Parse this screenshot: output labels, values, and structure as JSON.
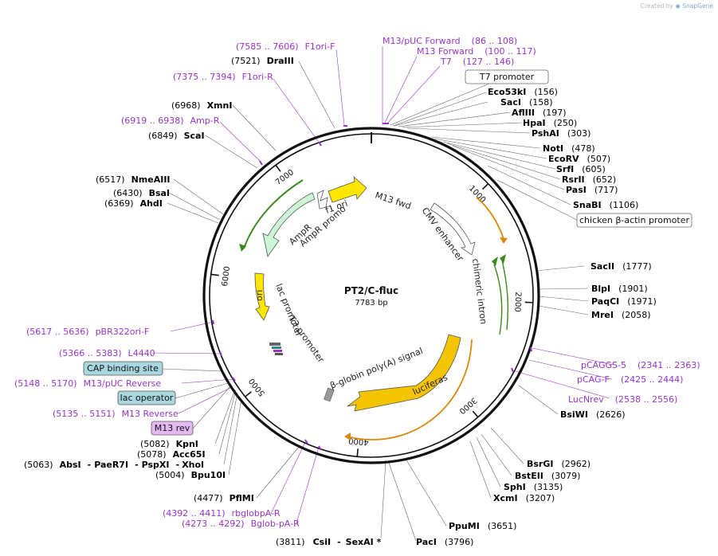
{
  "credit": {
    "prefix": "Created by",
    "brand": "SnapGene"
  },
  "plasmid": {
    "name": "PT2/C-fluc",
    "length_label": "7783 bp"
  },
  "ring_ticks": [
    "1000",
    "2000",
    "3000",
    "4000",
    "5000",
    "6000",
    "7000"
  ],
  "features": {
    "f1_ori": "f1 ori",
    "m13_fwd": "M13 fwd",
    "cmv": "CMV enhancer",
    "chimeric": "chimeric intron",
    "ampr_promoter": "AmpR promoter",
    "ampr": "AmpR",
    "ori": "ori",
    "lac_promoter": "lac promoter",
    "t3_promoter": "T3 promoter",
    "bglobin": "β-globin poly(A) signal",
    "luciferase": "luciferase"
  },
  "colors": {
    "ring": "#111111",
    "enzyme": "#000000",
    "primer": "#9933cc",
    "yellow": "#ffe600",
    "orange": "#f5c400",
    "mint": "#ccf5d6",
    "green_arrow": "#3a8a1c",
    "orange_arrow": "#d9880c",
    "box_blue": "#a9d7df"
  },
  "enzymes": {
    "eco53ki": {
      "name": "Eco53kI",
      "pos": "(156)"
    },
    "saci": {
      "name": "SacI",
      "pos": "(158)"
    },
    "afliii": {
      "name": "AflIII",
      "pos": "(197)"
    },
    "hpai": {
      "name": "HpaI",
      "pos": "(250)"
    },
    "pshai": {
      "name": "PshAI",
      "pos": "(303)"
    },
    "noti": {
      "name": "NotI",
      "pos": "(478)"
    },
    "ecorv": {
      "name": "EcoRV",
      "pos": "(507)"
    },
    "srfi": {
      "name": "SrfI",
      "pos": "(605)"
    },
    "rsrii": {
      "name": "RsrII",
      "pos": "(652)"
    },
    "pasi": {
      "name": "PasI",
      "pos": "(717)"
    },
    "snabi": {
      "name": "SnaBI",
      "pos": "(1106)"
    },
    "sacii": {
      "name": "SacII",
      "pos": "(1777)"
    },
    "blpi": {
      "name": "BlpI",
      "pos": "(1901)"
    },
    "paqci": {
      "name": "PaqCI",
      "pos": "(1971)"
    },
    "mrei": {
      "name": "MreI",
      "pos": "(2058)"
    },
    "bsiwi": {
      "name": "BsiWI",
      "pos": "(2626)"
    },
    "bsrgi": {
      "name": "BsrGI",
      "pos": "(2962)"
    },
    "bsteii": {
      "name": "BstEII",
      "pos": "(3079)"
    },
    "sphi": {
      "name": "SphI",
      "pos": "(3135)"
    },
    "xcmi": {
      "name": "XcmI",
      "pos": "(3207)"
    },
    "ppumi": {
      "name": "PpuMI",
      "pos": "(3651)"
    },
    "paci": {
      "name": "PacI",
      "pos": "(3796)"
    },
    "csii": {
      "pos": "(3811)",
      "name": "CsiI",
      "sep": "-",
      "name2": "SexAI *"
    },
    "pflmi": {
      "pos": "(4477)",
      "name": "PflMI"
    },
    "bpu10i": {
      "pos": "(5004)",
      "name": "Bpu10I"
    },
    "absi": {
      "pos": "(5063)",
      "name": "AbsI",
      "sep1": "-",
      "name2": "PaeR7I",
      "sep2": "-",
      "name3": "PspXI",
      "sep3": "-",
      "name4": "XhoI"
    },
    "acc65i": {
      "pos": "(5078)",
      "name": "Acc65I"
    },
    "kpni": {
      "pos": "(5082)",
      "name": "KpnI"
    },
    "ahdi": {
      "pos": "(6369)",
      "name": "AhdI"
    },
    "bsai": {
      "pos": "(6430)",
      "name": "BsaI"
    },
    "nmeaiii": {
      "pos": "(6517)",
      "name": "NmeAIII"
    },
    "scai": {
      "pos": "(6849)",
      "name": "ScaI"
    },
    "xmni": {
      "pos": "(6968)",
      "name": "XmnI"
    },
    "draiii": {
      "pos": "(7521)",
      "name": "DraIII"
    }
  },
  "primers": {
    "m13puc_fwd": {
      "name": "M13/pUC Forward",
      "range": "(86 .. 108)"
    },
    "m13_forward": {
      "name": "M13 Forward",
      "range": "(100 .. 117)"
    },
    "t7": {
      "name": "T7",
      "range": "(127 .. 146)"
    },
    "f1ori_f": {
      "range": "(7585 .. 7606)",
      "name": "F1ori-F"
    },
    "f1ori_r": {
      "range": "(7375 .. 7394)",
      "name": "F1ori-R"
    },
    "amp_r": {
      "range": "(6919 .. 6938)",
      "name": "Amp-R"
    },
    "pbr322ori_f": {
      "range": "(5617 .. 5636)",
      "name": "pBR322ori-F"
    },
    "l4440": {
      "range": "(5366 .. 5383)",
      "name": "L4440"
    },
    "m13puc_rev": {
      "range": "(5148 .. 5170)",
      "name": "M13/pUC Reverse"
    },
    "m13_reverse": {
      "range": "(5135 .. 5151)",
      "name": "M13 Reverse"
    },
    "pcaggs5": {
      "name": "pCAGGS-5",
      "range": "(2341 .. 2363)"
    },
    "pcagf": {
      "name": "pCAG-F",
      "range": "(2425 .. 2444)"
    },
    "lucnrev": {
      "name": "LucNrev",
      "range": "(2538 .. 2556)"
    },
    "rbglobpa_r": {
      "range": "(4392 .. 4411)",
      "name": "rbglobpA-R"
    },
    "bglob_pa_r": {
      "range": "(4273 .. 4292)",
      "name": "Bglob-pA-R"
    }
  },
  "boxes": {
    "t7_promoter": "T7 promoter",
    "chicken": "chicken β-actin promoter",
    "cap": "CAP binding site",
    "lac_operator": "lac operator",
    "m13_rev": "M13 rev"
  }
}
